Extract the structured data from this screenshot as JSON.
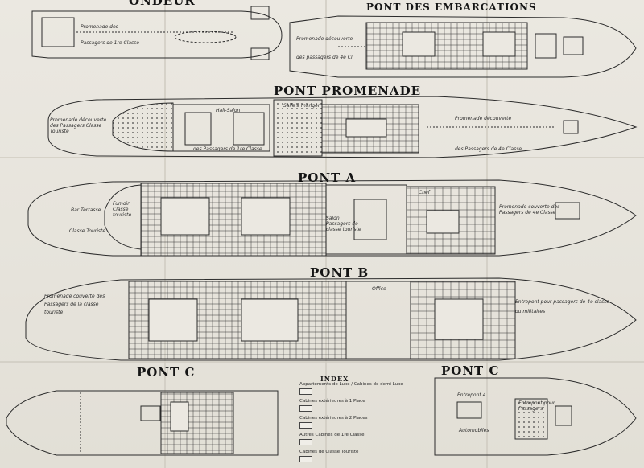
{
  "decks": {
    "top_left": "ONDEUR",
    "embarkation": "PONT DES EMBARCATIONS",
    "promenade": "PONT PROMENADE",
    "a": "PONT A",
    "b": "PONT B",
    "c_left": "PONT C",
    "c_right": "PONT C"
  },
  "labels": {
    "promenade_des": "Promenade des",
    "passagers_1re": "Passagers de 1re Classe",
    "promenade_decouverte": "Promenade découverte",
    "des_passagers_4e": "des passagers de 4e Cl.",
    "promenade_decouverte_touriste": "Promenade découverte des Passagers Classe Touriste",
    "hall_salon": "Hall-Salon",
    "salle_a_manger": "Salle à manger",
    "passagers_1re_classe": "des Passagers de 1re Classe",
    "promenade_decouverte_2": "Promenade découverte",
    "passagers_4e_classe": "des Passagers de 4e Classe",
    "bar_terrasse": "Bar Terrasse",
    "classe_touriste": "Classe Touriste",
    "fumoir": "Fumoir Classe touriste",
    "salon": "Salon Passagers de classe touriste",
    "promenade_couverte_4e": "Promenade couverte des Passagers de 4e Classe",
    "chef": "Chef",
    "office": "Office",
    "promenade_couverte_b": "Promenade couverte des Passagers de la classe touriste",
    "entrepont_b": "Entrepont pour passagers de 4e classe ou militaires",
    "entrepont_c": "Entrepont 4",
    "entrepont_c2": "Entrepont pour Passagers",
    "automobiles": "Automobiles"
  },
  "index": {
    "title": "INDEX",
    "items": [
      "Appartements de Luxe / Cabines de demi Luxe",
      "Cabines extérieures à 1 Place",
      "Cabines extérieures à 2 Places",
      "Autres Cabines de 1re Classe",
      "Cabines de Classe Touriste"
    ]
  }
}
